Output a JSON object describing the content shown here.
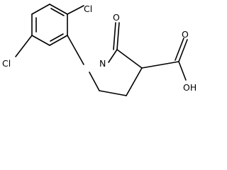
{
  "molecule": {
    "atoms": {
      "cl_top": "Cl",
      "cl_left": "Cl",
      "nitrogen": "N",
      "oxygen_ketone": "O",
      "oxygen_acid_double": "O",
      "hydroxyl": "OH"
    },
    "colors": {
      "bond": "#000000",
      "label": "#000000",
      "background": "#ffffff"
    }
  }
}
